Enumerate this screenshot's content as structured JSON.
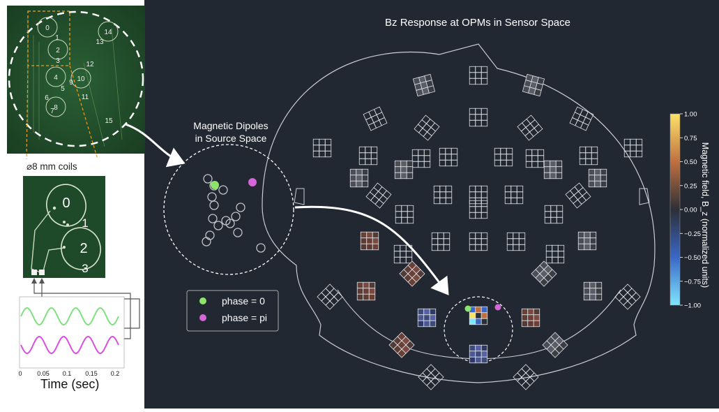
{
  "pcb_top": {
    "coil_labels": [
      "0",
      "1",
      "2",
      "3",
      "4",
      "5",
      "6",
      "7",
      "8",
      "9",
      "10",
      "11",
      "12",
      "13",
      "14",
      "15"
    ]
  },
  "coil_caption": "⌀8 mm coils",
  "pcb_zoom": {
    "labels": [
      "0",
      "1",
      "2",
      "3"
    ]
  },
  "waveform": {
    "xlabel": "Time (sec)",
    "ticks": [
      "0",
      "0.05",
      "0.1",
      "0.15",
      "0.2"
    ],
    "colors": {
      "phase0": "#7ee07e",
      "phasepi": "#d94fe0"
    }
  },
  "source_panel": {
    "title_line1": "Magnetic Dipoles",
    "title_line2": "in Source Space",
    "legend": [
      {
        "label": "phase = 0",
        "color": "#8ee36a"
      },
      {
        "label": "phase = pi",
        "color": "#d566d8"
      }
    ]
  },
  "sensor_panel": {
    "title": "Bz Response at OPMs in Sensor Space"
  },
  "colorbar": {
    "label": "Magnetic field, B_z (normalized units)",
    "ticks": [
      "1.00",
      "0.75",
      "0.50",
      "0.25",
      "0.00",
      "−0.25",
      "−0.50",
      "−0.75",
      "−1.00"
    ]
  },
  "colors": {
    "background_dark": "#222831",
    "pcb_green": "#1f4a2a",
    "arrow": "#ffffff"
  }
}
